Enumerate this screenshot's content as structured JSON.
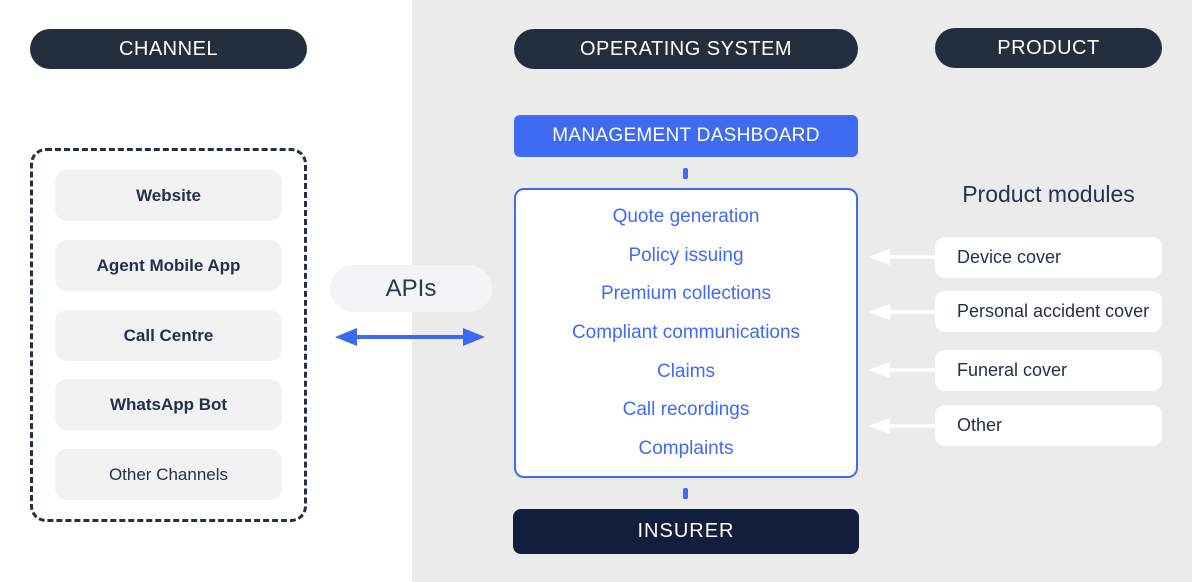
{
  "channel": {
    "header": "CHANNEL",
    "items": [
      {
        "label": "Website"
      },
      {
        "label": "Agent Mobile App"
      },
      {
        "label": "Call Centre"
      },
      {
        "label": "WhatsApp Bot"
      },
      {
        "label": "Other Channels"
      }
    ]
  },
  "apis": {
    "label": "APIs"
  },
  "operating_system": {
    "header": "OPERATING SYSTEM",
    "dashboard_label": "MANAGEMENT DASHBOARD",
    "functions": [
      "Quote generation",
      "Policy issuing",
      "Premium collections",
      "Compliant communications",
      "Claims",
      "Call recordings",
      "Complaints"
    ],
    "insurer_label": "INSURER"
  },
  "product": {
    "header": "PRODUCT",
    "modules_title": "Product modules",
    "modules": [
      "Device cover",
      "Personal accident cover",
      "Funeral cover",
      "Other"
    ]
  },
  "icons": {
    "apis_arrow": "double-headed-horizontal-arrow",
    "module_arrow": "arrow-left"
  },
  "colors": {
    "accent_blue": "#3e6bf2",
    "header_navy": "#232e3f",
    "insurer_navy": "#131e3d",
    "panel_gray": "#ebebec",
    "item_gray": "#f2f2f3"
  }
}
